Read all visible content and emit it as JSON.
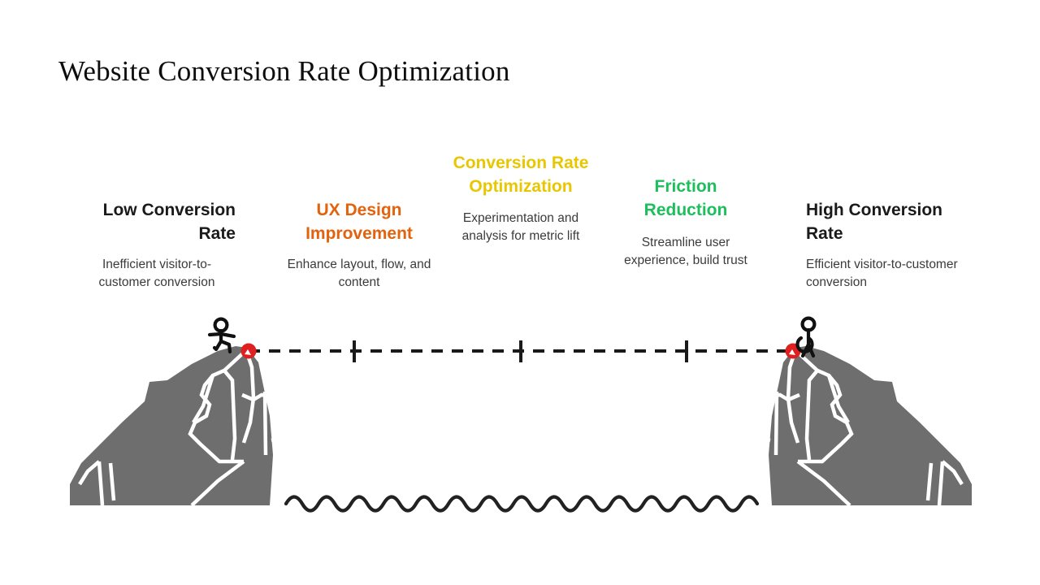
{
  "slide": {
    "title": "Website Conversion Rate Optimization",
    "background_color": "#ffffff"
  },
  "columns": [
    {
      "id": "low-conversion-rate",
      "heading": "Low Conversion Rate",
      "body": "Inefficient visitor-to-customer conversion",
      "heading_color": "#1a1a1a",
      "align": "right"
    },
    {
      "id": "ux-design-improvement",
      "heading": "UX Design Improvement",
      "body": "Enhance layout, flow, and content",
      "heading_color": "#E2620D",
      "align": "center"
    },
    {
      "id": "conversion-rate-optimization",
      "heading": "Conversion Rate Optimization",
      "body": "Experimentation and analysis for metric lift",
      "heading_color": "#E8C600",
      "align": "center"
    },
    {
      "id": "friction-reduction",
      "heading": "Friction Reduction",
      "body": "Streamline user experience, build trust",
      "heading_color": "#1DBF5C",
      "align": "center"
    },
    {
      "id": "high-conversion-rate",
      "heading": "High Conversion Rate",
      "body": "Efficient visitor-to-customer conversion",
      "heading_color": "#1a1a1a",
      "align": "left"
    }
  ],
  "artwork": {
    "mountain_fill": "#6E6E6E",
    "crack_color": "#ffffff",
    "rope_color": "#1a1a1a",
    "anchor_color": "#E02020",
    "wave_color": "#222222",
    "figure_color": "#111111",
    "rope_tick_count": 3,
    "stick_figures": [
      "left-climber",
      "right-climber"
    ]
  }
}
